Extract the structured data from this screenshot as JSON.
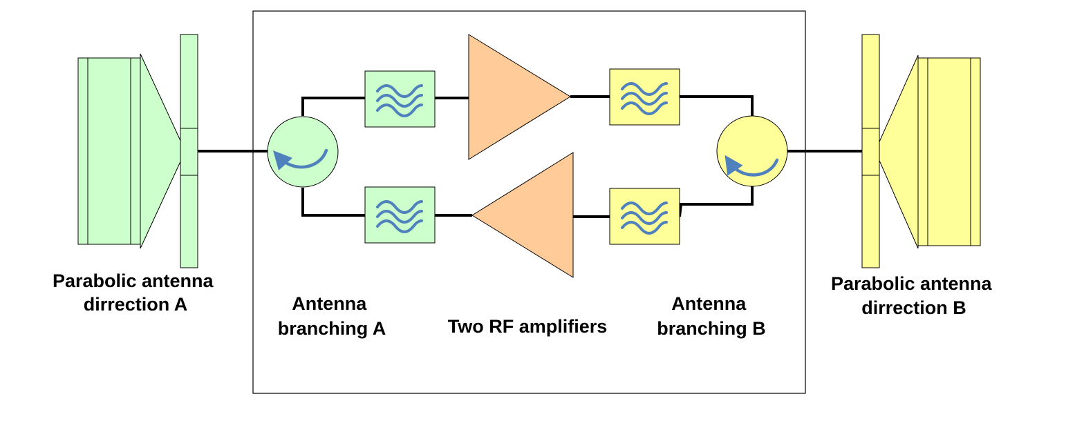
{
  "labels": {
    "antenna_a": [
      "Parabolic antenna",
      "dirrection A"
    ],
    "antenna_b": [
      "Parabolic antenna",
      "dirrection B"
    ],
    "branching_a": [
      "Antenna",
      "branching A"
    ],
    "branching_b": [
      "Antenna",
      "branching B"
    ],
    "amplifiers": "Two RF amplifiers"
  },
  "colors": {
    "side_a_fill": "#ccffcc",
    "side_b_fill": "#ffff99",
    "amplifier_fill": "#ffcc99",
    "symbol_blue": "#4f81bd",
    "outline": "#000000"
  },
  "icons": {
    "filter": "band-pass-filter-icon",
    "circulator": "circulator-icon",
    "amplifier": "rf-amplifier-icon",
    "antenna": "parabolic-antenna-icon"
  }
}
